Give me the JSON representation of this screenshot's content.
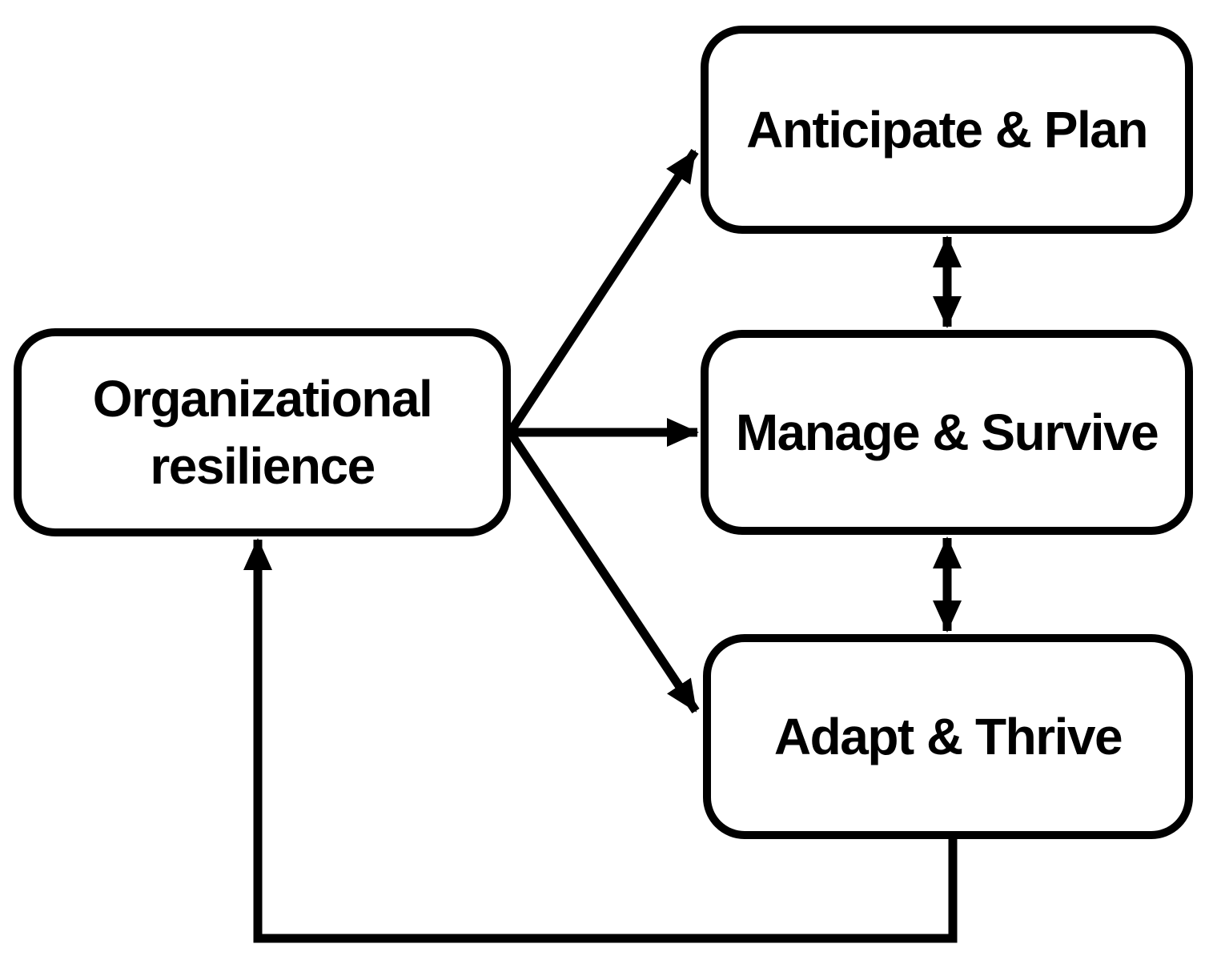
{
  "diagram": {
    "colors": {
      "background": "#ffffff",
      "box_fill": "#ffffff",
      "line_and_text": "#000000"
    },
    "nodes": {
      "resilience": {
        "label": "Organizational resilience",
        "lines": [
          "Organizational",
          "resilience"
        ]
      },
      "anticipate": {
        "label": "Anticipate & Plan"
      },
      "manage": {
        "label": "Manage & Survive"
      },
      "adapt": {
        "label": "Adapt & Thrive"
      }
    },
    "edges": [
      {
        "from": "Organizational resilience",
        "to": "Anticipate & Plan",
        "type": "arrow"
      },
      {
        "from": "Organizational resilience",
        "to": "Manage & Survive",
        "type": "arrow"
      },
      {
        "from": "Organizational resilience",
        "to": "Adapt & Thrive",
        "type": "arrow"
      },
      {
        "from": "Anticipate & Plan",
        "to": "Manage & Survive",
        "type": "double-arrow"
      },
      {
        "from": "Manage & Survive",
        "to": "Adapt & Thrive",
        "type": "double-arrow"
      },
      {
        "from": "Adapt & Thrive",
        "to": "Organizational resilience",
        "type": "feedback-arrow"
      }
    ]
  }
}
